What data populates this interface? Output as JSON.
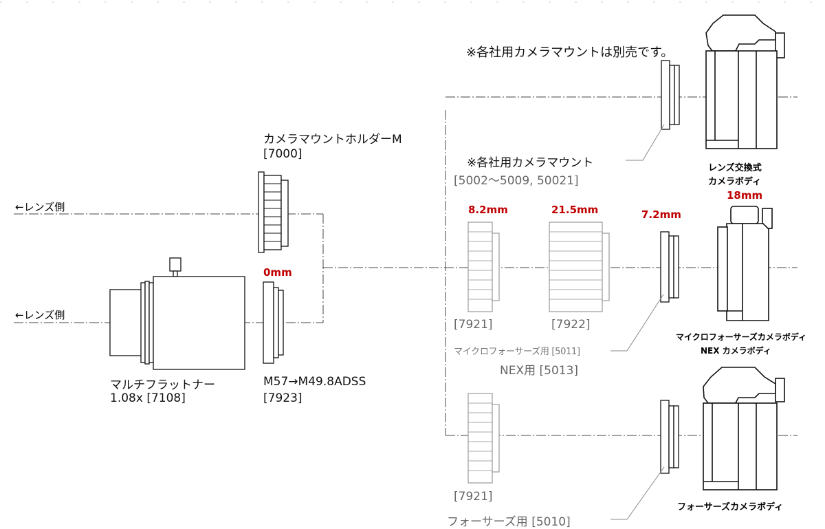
{
  "lens_side": [
    "←レンズ側",
    "←レンズ側"
  ],
  "flattener": {
    "name": "マルチフラットナー",
    "code": "1.08x [7108]"
  },
  "holder": {
    "name": "カメラマウントホルダーM",
    "code": "[7000]"
  },
  "adapter": {
    "name": "M57→M49.8ADSS",
    "code": "[7923]",
    "thickness": "0mm"
  },
  "note": "※各社用カメラマウントは別売です。",
  "mount": {
    "name": "※各社用カメラマウント",
    "code": "[5002〜5009, 50021]"
  },
  "dslr_body": {
    "line1": "レンズ交換式",
    "line2": "カメラボディ",
    "thickness": "18mm"
  },
  "spacers": [
    {
      "thickness": "8.2mm",
      "code": "[7921]"
    },
    {
      "thickness": "21.5mm",
      "code": "[7922]"
    },
    {
      "thickness": "7.2mm"
    }
  ],
  "micro43_mount": {
    "line1": "マイクロフォーサーズ用 [5011]",
    "line2": "NEX用 [5013]"
  },
  "micro43_body": {
    "line1": "マイクロフォーサーズカメラボディ",
    "line2": "NEX カメラボディ"
  },
  "fourthirds_spacer": {
    "code": "[7921]"
  },
  "fourthirds_mount": "フォーサーズ用 [5010]",
  "fourthirds_body": "フォーサーズカメラボディ"
}
